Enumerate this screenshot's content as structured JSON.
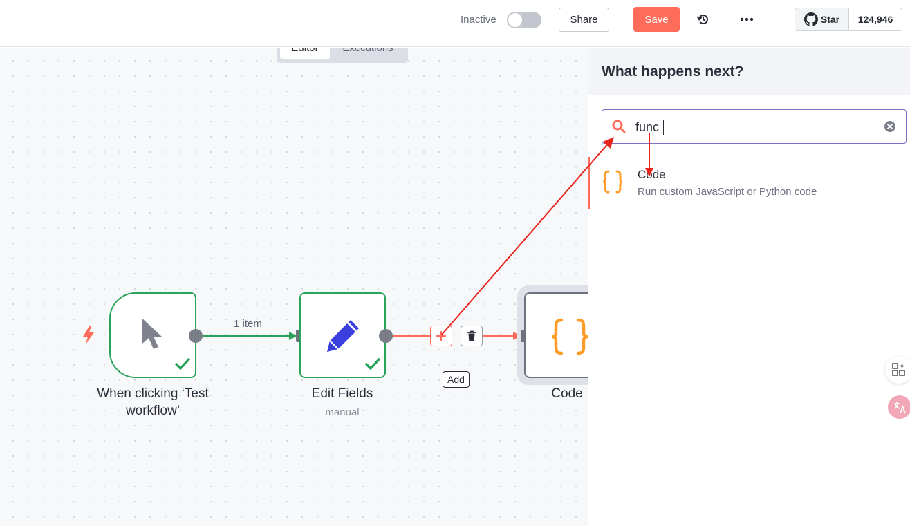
{
  "topbar": {
    "status_label": "Inactive",
    "share_label": "Share",
    "save_label": "Save",
    "github_star_label": "Star",
    "github_star_count": "124,946"
  },
  "canvas": {
    "tabs": [
      "Editor",
      "Executions"
    ],
    "nodes": [
      {
        "title": "When clicking ‘Test workflow’",
        "subtitle": ""
      },
      {
        "title": "Edit Fields",
        "subtitle": "manual"
      },
      {
        "title": "Code",
        "subtitle": ""
      }
    ],
    "edge_label": "1 item",
    "tooltip": "Add"
  },
  "panel": {
    "title": "What happens next?",
    "search_value": "func",
    "results": [
      {
        "title": "Code",
        "description": "Run custom JavaScript or Python code"
      }
    ]
  },
  "colors": {
    "accent": "#ff6d5a",
    "success": "#29a35a",
    "code_icon": "#ff9b26",
    "edit_icon": "#3a3fdd",
    "annotation": "#e8231b"
  }
}
